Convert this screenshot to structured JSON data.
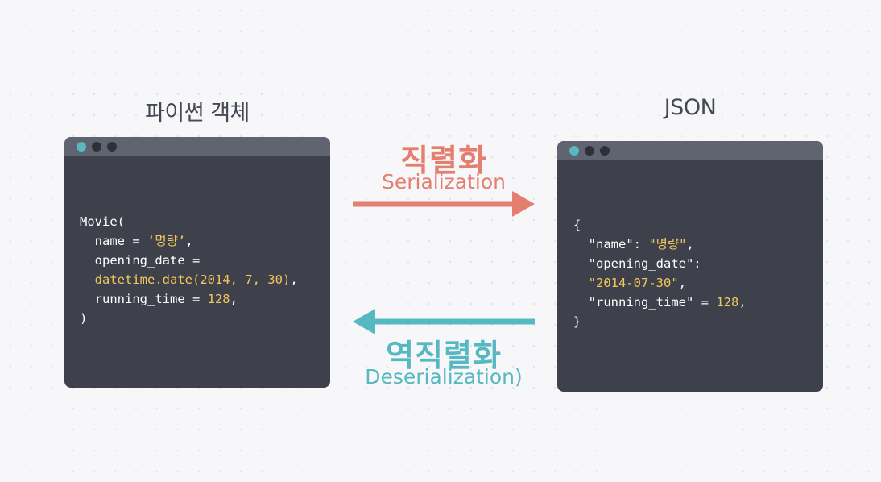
{
  "colors": {
    "window_bg": "#3e404b",
    "titlebar": "#5f6470",
    "dot_active": "#5ab6bf",
    "dot_inactive": "#2e3039",
    "highlight": "#f2c85b",
    "serialize": "#e47f6f",
    "deserialize": "#56b8c0"
  },
  "left": {
    "title": "파이썬 객체",
    "code_lines": [
      [
        {
          "t": "Movie("
        }
      ],
      [
        {
          "t": "  name = "
        },
        {
          "t": "‘명량’",
          "hl": true
        },
        {
          "t": ","
        }
      ],
      [
        {
          "t": "  opening_date ="
        }
      ],
      [
        {
          "t": "  "
        },
        {
          "t": "datetime.date(2014, 7, 30)",
          "hl": true
        },
        {
          "t": ","
        }
      ],
      [
        {
          "t": "  running_time = "
        },
        {
          "t": "128",
          "hl": true
        },
        {
          "t": ","
        }
      ],
      [
        {
          "t": ")"
        }
      ]
    ]
  },
  "right": {
    "title": "JSON",
    "code_lines": [
      [
        {
          "t": "{"
        }
      ],
      [
        {
          "t": "  \"name\": "
        },
        {
          "t": "\"명량\"",
          "hl": true
        },
        {
          "t": ","
        }
      ],
      [
        {
          "t": "  \"opening_date\":"
        }
      ],
      [
        {
          "t": "  "
        },
        {
          "t": "\"2014-07-30\"",
          "hl": true
        },
        {
          "t": ","
        }
      ],
      [
        {
          "t": "  \"running_time\" = "
        },
        {
          "t": "128",
          "hl": true
        },
        {
          "t": ","
        }
      ],
      [
        {
          "t": "}"
        }
      ]
    ]
  },
  "serialize": {
    "ko": "직렬화",
    "en": "Serialization",
    "direction": "right"
  },
  "deserialize": {
    "ko": "역직렬화",
    "en": "Deserialization)",
    "direction": "left"
  }
}
